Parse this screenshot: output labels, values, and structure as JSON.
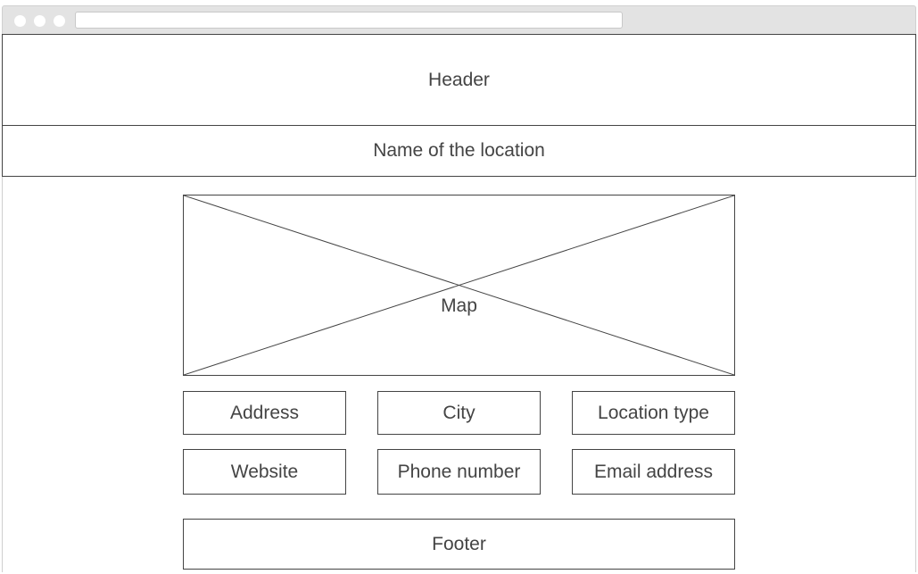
{
  "header": {
    "label": "Header"
  },
  "location_name": {
    "label": "Name of the location"
  },
  "map": {
    "label": "Map"
  },
  "fields": [
    {
      "label": "Address"
    },
    {
      "label": "City"
    },
    {
      "label": "Location type"
    },
    {
      "label": "Website"
    },
    {
      "label": "Phone number"
    },
    {
      "label": "Email address"
    }
  ],
  "footer": {
    "label": "Footer"
  }
}
